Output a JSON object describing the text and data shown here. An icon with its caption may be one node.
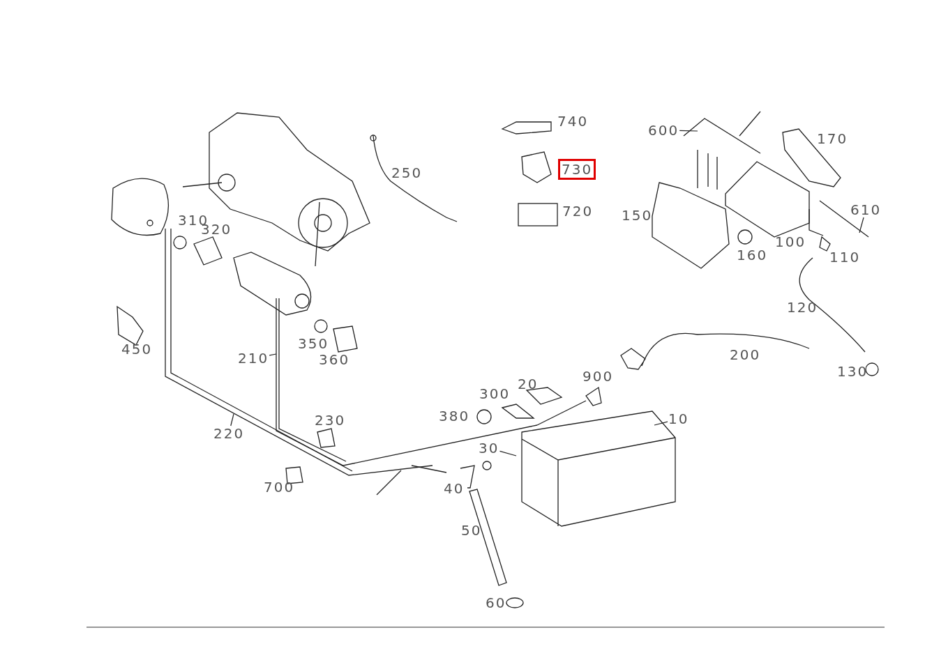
{
  "diagram": {
    "nodes": [
      {
        "text": [
          "600"
        ]
      },
      {
        "text": [
          "610"
        ]
      },
      {
        "text": [
          "210"
        ]
      },
      {
        "text": [
          "220"
        ]
      },
      {
        "text": [
          "10"
        ]
      },
      {
        "text": [
          "730"
        ]
      },
      {
        "text": [
          "30"
        ]
      }
    ],
    "edges": [
      {
        "from": 0,
        "to": null,
        "arrow": "none"
      },
      {
        "from": 1,
        "to": null,
        "arrow": "none"
      },
      {
        "from": 2,
        "to": null,
        "arrow": "none"
      },
      {
        "from": 3,
        "to": null,
        "arrow": "none"
      },
      {
        "from": 4,
        "to": null,
        "arrow": "none"
      },
      {
        "from": 6,
        "to": null,
        "arrow": "none"
      }
    ],
    "labels": [
      "740",
      "170",
      "250",
      "310",
      "320",
      "150",
      "720",
      "100",
      "160",
      "110",
      "120",
      "450",
      "350",
      "360",
      "200",
      "130",
      "900",
      "20",
      "300",
      "380",
      "230",
      "700",
      "40",
      "50",
      "60"
    ]
  }
}
